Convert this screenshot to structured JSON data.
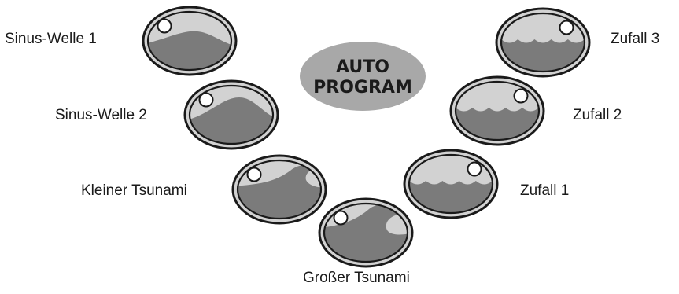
{
  "center_button": {
    "line1": "AUTO",
    "line2": "PROGRAM"
  },
  "buttons": [
    {
      "name": "button-sinus-welle-1",
      "label": "Sinus-Welle 1",
      "wave": "sine-gentle"
    },
    {
      "name": "button-sinus-welle-2",
      "label": "Sinus-Welle 2",
      "wave": "sine-high"
    },
    {
      "name": "button-kleiner-tsunami",
      "label": "Kleiner Tsunami",
      "wave": "tsunami-small"
    },
    {
      "name": "button-grosser-tsunami",
      "label": "Großer Tsunami",
      "wave": "tsunami-large"
    },
    {
      "name": "button-zufall-1",
      "label": "Zufall 1",
      "wave": "random-ripples"
    },
    {
      "name": "button-zufall-2",
      "label": "Zufall 2",
      "wave": "random-ripples"
    },
    {
      "name": "button-zufall-3",
      "label": "Zufall 3",
      "wave": "random-ripples"
    }
  ],
  "colors": {
    "button_face": "#d2d2d2",
    "button_outline": "#1a1a1a",
    "water": "#7b7b7b",
    "indicator": "#ffffff",
    "center_face": "#a8a8a8",
    "center_text": "#1a1a1a"
  }
}
